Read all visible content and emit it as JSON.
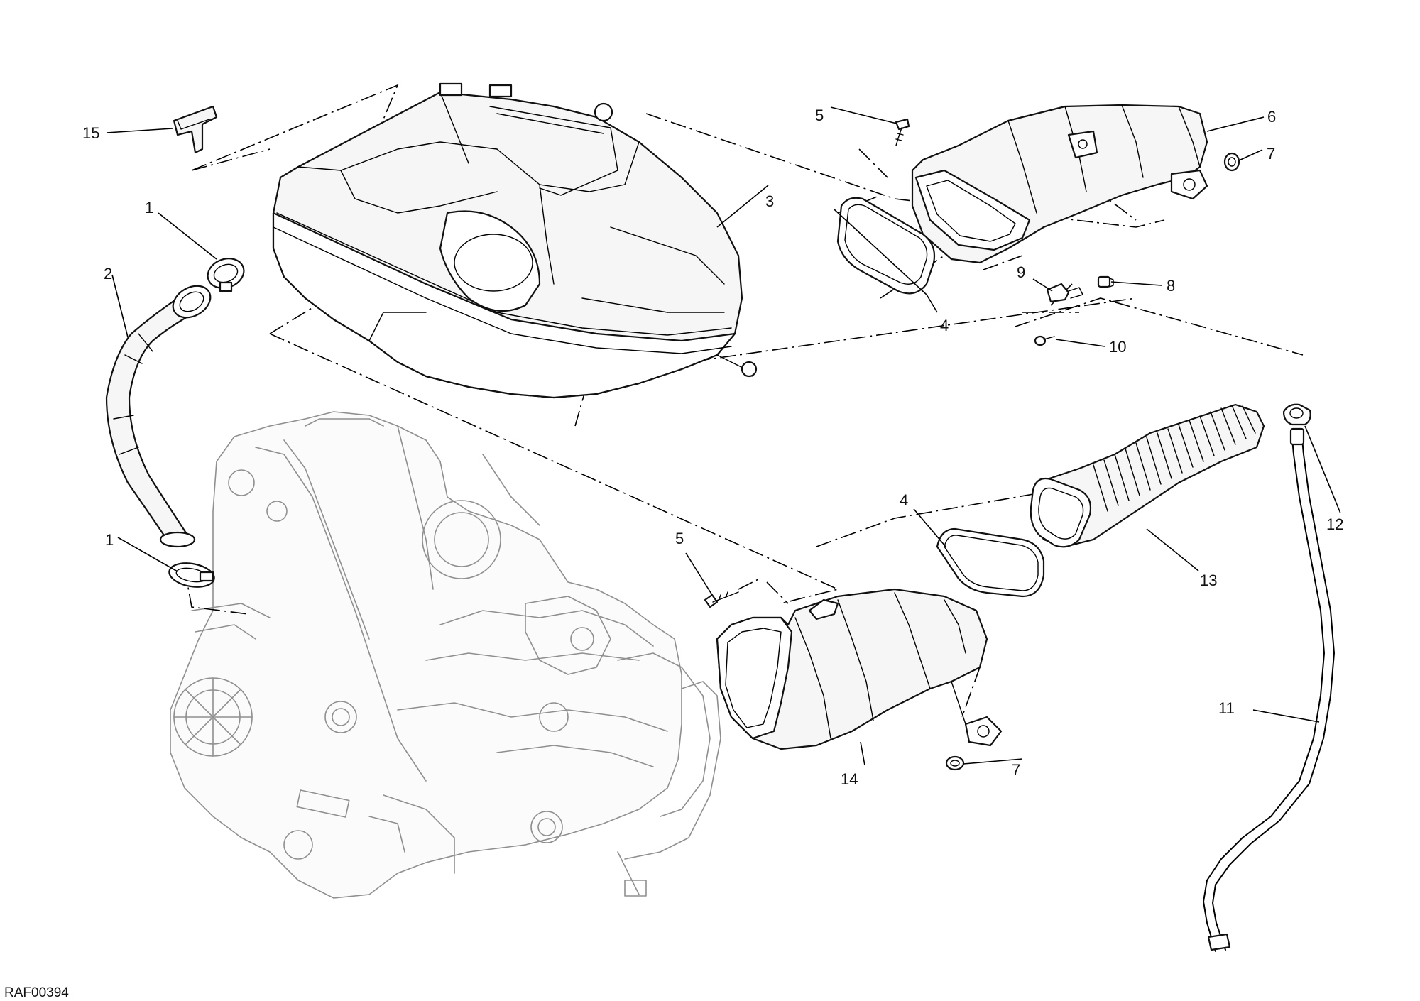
{
  "diagram": {
    "reference_code": "RAF00394",
    "callouts": {
      "c1a": "1",
      "c1b": "1",
      "c2": "2",
      "c3": "3",
      "c4a": "4",
      "c4b": "4",
      "c5a": "5",
      "c5b": "5",
      "c6": "6",
      "c7a": "7",
      "c7b": "7",
      "c8": "8",
      "c9": "9",
      "c10": "10",
      "c11": "11",
      "c12": "12",
      "c13": "13",
      "c14": "14",
      "c15": "15"
    }
  }
}
